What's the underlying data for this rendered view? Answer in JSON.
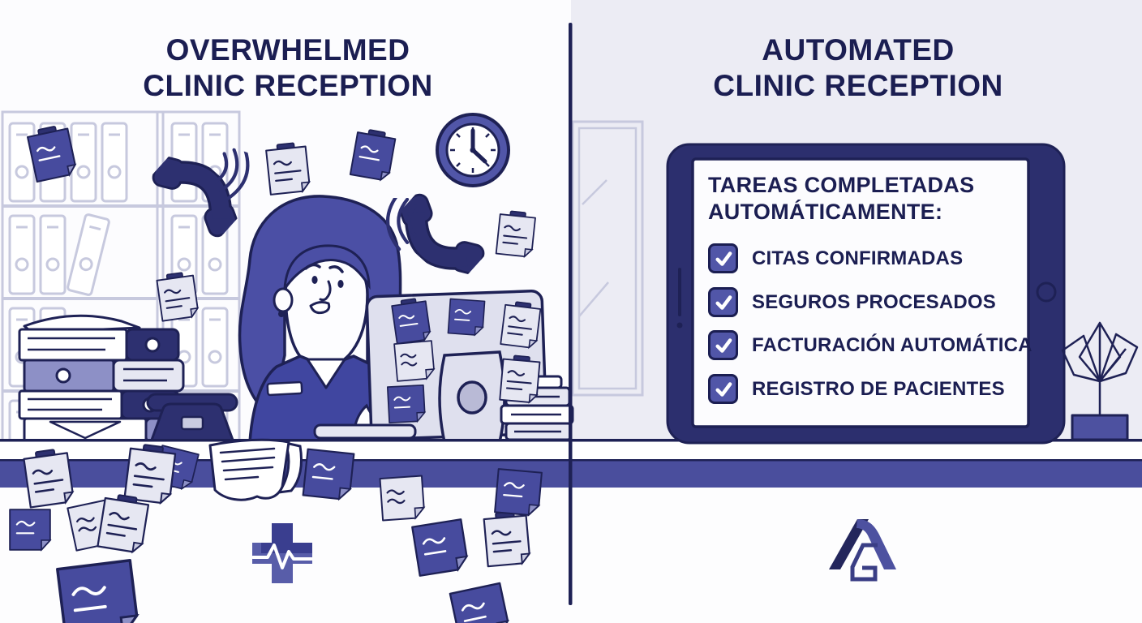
{
  "left_panel": {
    "title": {
      "line1": "OVERWHELMED",
      "line2": "CLINIC RECEPTION"
    }
  },
  "right_panel": {
    "title": {
      "line1": "AUTOMATED",
      "line2": "CLINIC RECEPTION"
    },
    "tablet": {
      "heading": {
        "line1": "TAREAS COMPLETADAS",
        "line2": "AUTOMÁTICAMENTE:"
      },
      "checklist": [
        {
          "label": "CITAS CONFIRMADAS",
          "checked": true
        },
        {
          "label": "SEGUROS PROCESADOS",
          "checked": true
        },
        {
          "label": "FACTURACIÓN AUTOMÁTICA",
          "checked": true
        },
        {
          "label": "REGISTRO DE PACIENTES",
          "checked": true
        }
      ]
    }
  },
  "colors": {
    "ink_navy": "#1b1e52",
    "outline_navy": "#1e2155",
    "indigo_accent": "#4d51a0",
    "checkbox_indigo": "#5156a8",
    "dark_fill_navy": "#2d3070",
    "note_dark": "#474b9e",
    "note_light": "#e6e7f2",
    "monitor_lavender": "#dfe0ee",
    "faint_outline": "#c7c9de",
    "right_background": "#ececf4",
    "left_background": "#fcfcfe",
    "counter_stripe": "#4a4e9d"
  },
  "icons": {
    "checkmark": "✓",
    "ringing-phone": "handset crescent with sound waves",
    "wall-clock": "clock face at 4:00",
    "sticky-note": "taped note with scribbles",
    "medical-cross": "plus sign with ECG pulse line",
    "potted-plant": "line-art leaves in square pot",
    "tablet-camera": "circle on bezel",
    "brand-logo": "letter-A monogram"
  }
}
